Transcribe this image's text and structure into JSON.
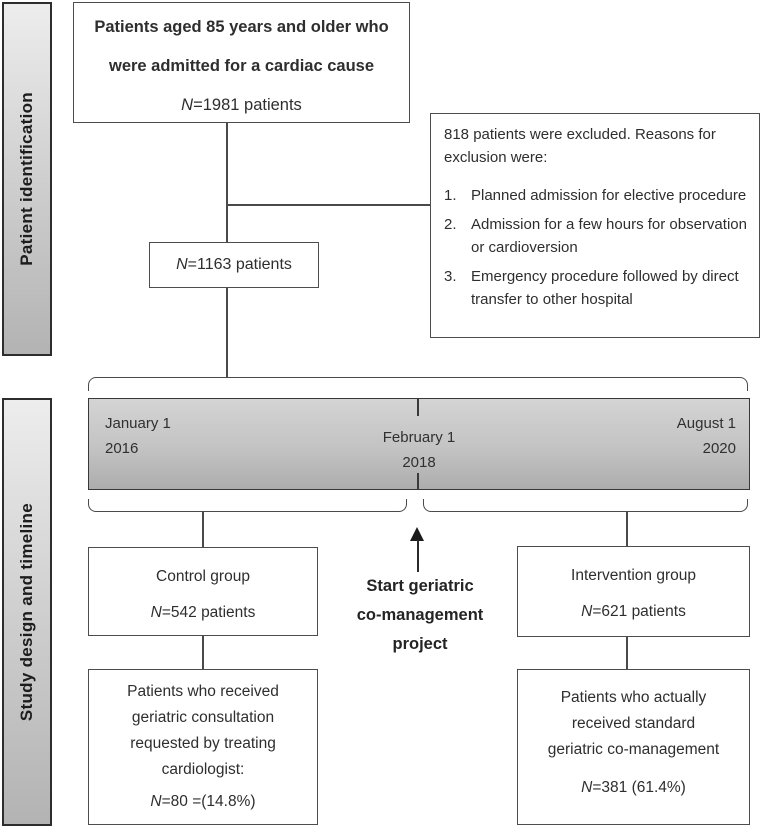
{
  "colors": {
    "line": "#4a4a4a",
    "box_border": "#4d4d4d",
    "timeline_fill_top": "#d4d4d4",
    "timeline_fill_bottom": "#adadad",
    "sidebar_fill_top": "#ededed",
    "sidebar_fill_bottom": "#b3b3b3",
    "text": "#2e2e2e"
  },
  "sidebars": {
    "patient_identification": "Patient identification",
    "study_design": "Study design and timeline"
  },
  "top_box": {
    "line1": "Patients aged 85 years and older who",
    "line2": "were admitted for a cardiac cause",
    "n_prefix": "N",
    "n_rest": "=1981 patients"
  },
  "exclusion_box": {
    "intro": "818 patients were excluded. Reasons for exclusion were:",
    "reasons": [
      {
        "num": "1.",
        "text": "Planned admission for elective procedure"
      },
      {
        "num": "2.",
        "text": "Admission for a few hours for observation or cardioversion"
      },
      {
        "num": "3.",
        "text": "Emergency procedure followed by direct transfer to other hospital"
      }
    ]
  },
  "n1163_box": {
    "n_prefix": "N",
    "n_rest": "=1163 patients"
  },
  "timeline": {
    "start": {
      "line1": "January 1",
      "line2": "2016"
    },
    "mid": {
      "line1": "February 1",
      "line2": "2018"
    },
    "end": {
      "line1": "August 1",
      "line2": "2020"
    }
  },
  "control_box": {
    "title": "Control group",
    "n_prefix": "N",
    "n_rest": "=542 patients"
  },
  "intervention_box": {
    "title": "Intervention group",
    "n_prefix": "N",
    "n_rest": "=621 patients"
  },
  "start_label": {
    "line1": "Start geriatric",
    "line2": "co-management",
    "line3": "project"
  },
  "control_outcome_box": {
    "line1": "Patients who received",
    "line2": "geriatric consultation",
    "line3": "requested by treating",
    "line4": "cardiologist:",
    "n_prefix": "N",
    "n_rest": "=80 =(14.8%)"
  },
  "intervention_outcome_box": {
    "line1": "Patients who actually",
    "line2": "received standard",
    "line3": "geriatric co-management",
    "n_prefix": "N",
    "n_rest": "=381 (61.4%)"
  }
}
